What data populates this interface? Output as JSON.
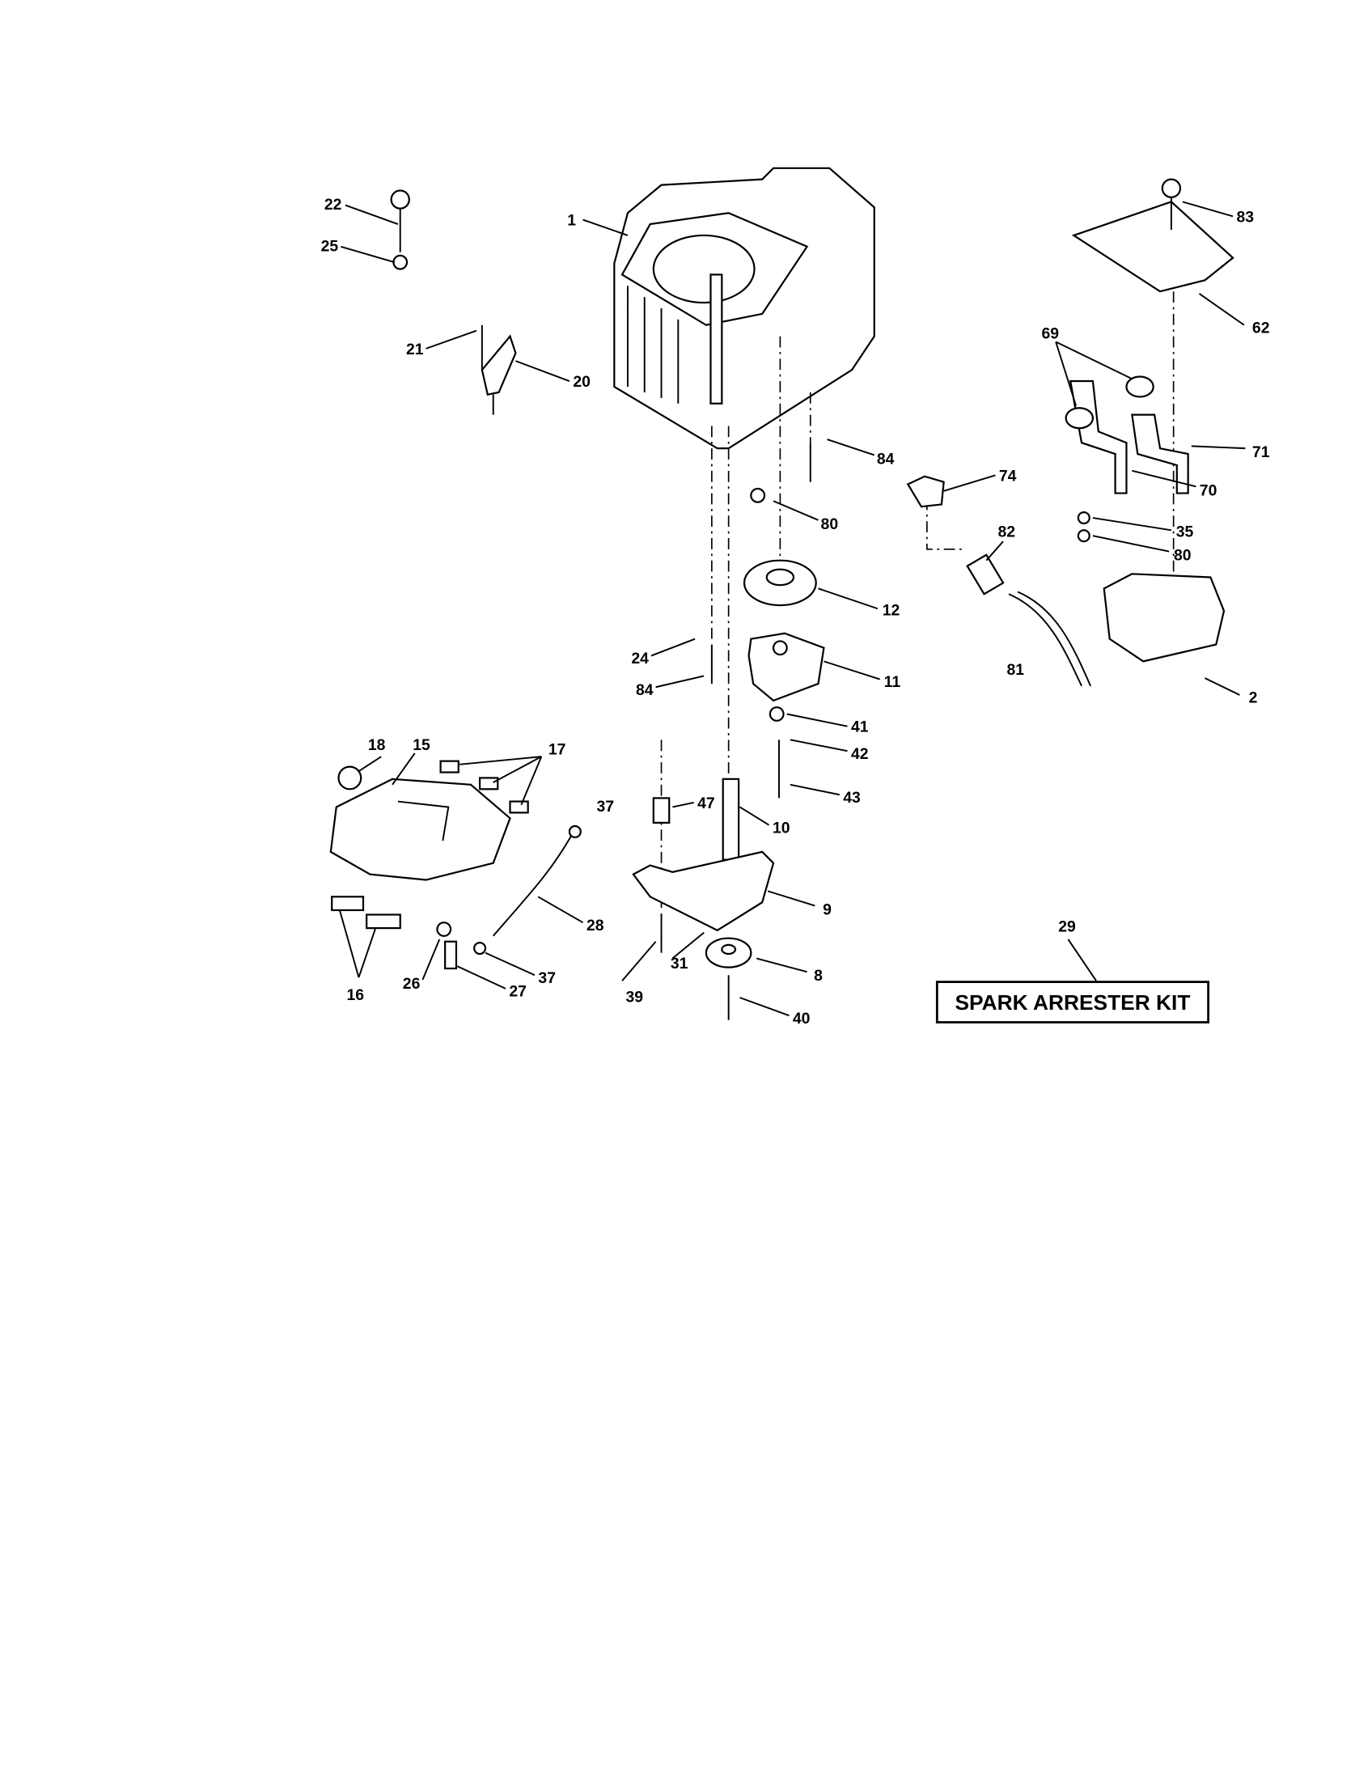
{
  "callouts": {
    "c1": "1",
    "c2": "2",
    "c8": "8",
    "c9": "9",
    "c10": "10",
    "c11": "11",
    "c12": "12",
    "c15": "15",
    "c16": "16",
    "c17": "17",
    "c18": "18",
    "c20": "20",
    "c21": "21",
    "c22": "22",
    "c24": "24",
    "c25": "25",
    "c26": "26",
    "c27": "27",
    "c28": "28",
    "c29": "29",
    "c31": "31",
    "c35": "35",
    "c37a": "37",
    "c37b": "37",
    "c39": "39",
    "c40": "40",
    "c41": "41",
    "c42": "42",
    "c43": "43",
    "c47": "47",
    "c62": "62",
    "c69": "69",
    "c70": "70",
    "c71": "71",
    "c74": "74",
    "c80a": "80",
    "c80b": "80",
    "c81": "81",
    "c82": "82",
    "c83": "83",
    "c84a": "84",
    "c84b": "84"
  },
  "kit_label": "SPARK ARRESTER KIT"
}
